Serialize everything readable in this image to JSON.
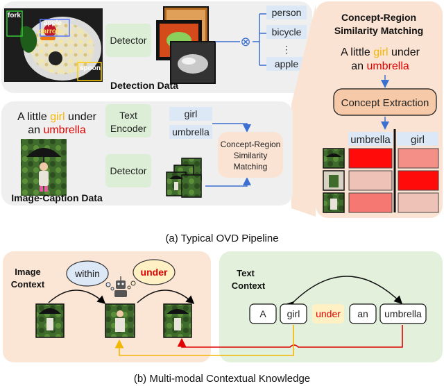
{
  "detection": {
    "section_label": "Detection Data",
    "photo_tags": [
      "fork",
      "apple",
      "carrot",
      "spoon"
    ],
    "detector_label": "Detector",
    "classes": [
      "person",
      "bicycle",
      "⋮",
      "apple"
    ],
    "match_symbol": "⊗"
  },
  "image_caption": {
    "section_label": "Image-Caption Data",
    "caption_parts": [
      "A little ",
      "girl",
      " under",
      "an ",
      "umbrella"
    ],
    "text_encoder_label": [
      "Text",
      "Encoder"
    ],
    "detector_label": "Detector",
    "concept_tokens": [
      "girl",
      "umbrella"
    ],
    "matching_label": [
      "Concept-Region",
      "Similarity",
      "Matching"
    ]
  },
  "zoom_panel": {
    "title": [
      "Concept-Region",
      "Similarity Matching"
    ],
    "caption_parts": [
      "A little ",
      "girl",
      " under",
      "an ",
      "umbrella"
    ],
    "extraction_label": "Concept Extraction",
    "column_headers": [
      "umbrella",
      "girl"
    ],
    "similarity": {
      "umbrella": [
        0.95,
        0.12,
        0.45
      ],
      "girl": [
        0.35,
        0.95,
        0.12
      ]
    }
  },
  "caption_a": "(a) Typical OVD Pipeline",
  "image_context": {
    "label": [
      "Image",
      "Context"
    ],
    "bubbles": [
      "within",
      "under"
    ]
  },
  "text_context": {
    "label": [
      "Text",
      "Context"
    ],
    "tokens": [
      "A",
      "girl",
      "under",
      "an",
      "umbrella"
    ]
  },
  "caption_b": "(b) Multi-modal Contextual Knowledge",
  "colors": {
    "panel_gray": "#efefef",
    "zoom_orange": "#fbe3d3",
    "image_ctx_bg": "#fbe6d6",
    "text_ctx_bg": "#e3f1dc",
    "green_box": "#dcefd6",
    "blue_box": "#dce8f6",
    "girl_yellow": "#f2b705",
    "umbrella_red": "#e00000",
    "arrow_blue": "#3b6fd1",
    "heat_red": "#ff0000"
  }
}
